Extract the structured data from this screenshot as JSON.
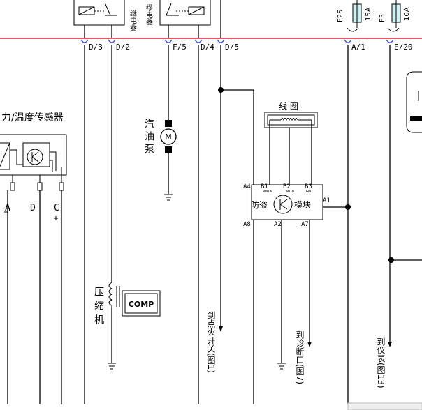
{
  "connectors": {
    "d3": "D/3",
    "d2": "D/2",
    "f5": "F/5",
    "d4": "D/4",
    "d5": "D/5",
    "a1": "A/1",
    "e20": "E/20"
  },
  "fuses": {
    "f25_name": "F25",
    "f25_rating": "15A",
    "f3_name": "F3",
    "f3_rating": "10A"
  },
  "relays": {
    "relay1_label": "继电器",
    "relay2_label": "缪电器"
  },
  "sensor": {
    "title": "力/温度传感器",
    "pin_a": "A",
    "pin_d": "D",
    "pin_c": "C"
  },
  "fuel_pump": {
    "label": "汽油泵",
    "motor": "M"
  },
  "compressor": {
    "label": "压缩机",
    "comp": "COMP"
  },
  "coil": {
    "label": "线 圈"
  },
  "immobilizer": {
    "label_left": "防盗",
    "label_right": "模块",
    "pin_a4": "A4",
    "pin_b1": "B1",
    "pin_b2": "B2",
    "pin_b3": "B3",
    "pin_a1": "A1",
    "pin_a8": "A8",
    "pin_a2": "A2",
    "pin_a7": "A7",
    "sub_antna": "ANTA",
    "sub_antnb": "ANTB",
    "sub_gnd": "GND"
  },
  "destinations": {
    "ignition": "到点火开关(图1)",
    "diagnostic": "到诊断口(图7)",
    "cluster": "到仪表(图13)"
  }
}
